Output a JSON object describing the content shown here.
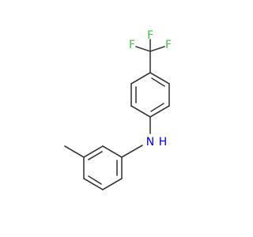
{
  "molecule": {
    "atoms": {
      "nitrogen": {
        "label": "N",
        "color": "#0000ff"
      },
      "hydrogen": {
        "label": "H",
        "color": "#0000ff"
      },
      "fluorine_top": {
        "label": "F",
        "color": "#33cc33"
      },
      "fluorine_left": {
        "label": "F",
        "color": "#33cc33"
      },
      "fluorine_right": {
        "label": "F",
        "color": "#33cc33"
      }
    },
    "bond_color": "#3a3a3a"
  }
}
